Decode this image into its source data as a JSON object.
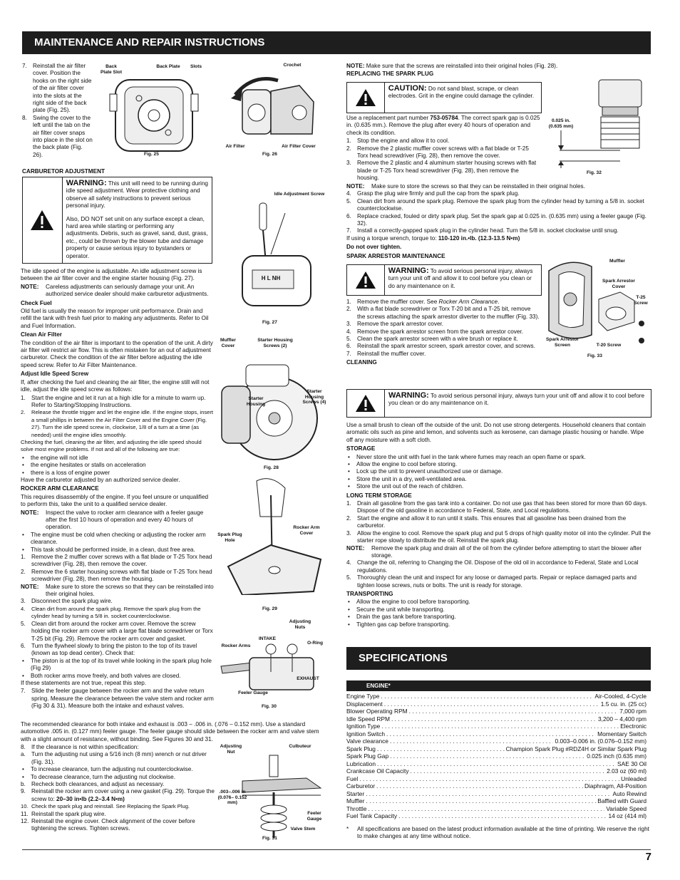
{
  "header": {
    "title": "MAINTENANCE AND REPAIR INSTRUCTIONS"
  },
  "spec_banner": {
    "title": "SPECIFICATIONS"
  },
  "page_number": "7",
  "left": {
    "step7": "Reinstall the air filter cover. Position the hooks on the right side of the air filter cover into the slots at the right side of the back plate (Fig. 25).",
    "step8": "Swing the cover to the left until the tab on the air filter cover snaps into place in the slot on the back plate (Fig. 26).",
    "n7": "7.",
    "n8": "8.",
    "carb_head": "CARBURETOR ADJUSTMENT",
    "warn1_kw": "WARNING:",
    "warn1_a": "This unit will need to be running during idle speed adjustment. Wear protective clothing and observe all safety instructions to prevent serious personal injury.",
    "warn1_b": "Also, DO NOT set unit on any surface except a clean, hard area while starting or performing any adjustments. Debris, such as gravel, sand, dust, grass, etc., could be thrown by the blower tube and damage property or cause serious injury to bystanders or operator.",
    "idle_p": "The idle speed of the engine is adjustable. An idle adjustment screw is between the air filter cover and the engine starter housing (Fig. 27).",
    "note_kw": "NOTE:",
    "idle_note": "Careless adjustments can seriously damage your unit. An authorized service dealer should make carburetor adjustments.",
    "check_fuel_h": "Check Fuel",
    "check_fuel_p": "Old fuel is usually the reason for improper unit performance. Drain and refill the tank with fresh fuel prior to making any adjustments. Refer to Oil and Fuel Information.",
    "clean_air_h": "Clean Air Filter",
    "clean_air_p": "The condition of the air filter is important to the operation of the unit. A dirty air filter will restrict air flow. This is often mistaken for an out of adjustment carburetor. Check the condition of the air filter before adjusting the idle speed screw. Refer to Air Filter Maintenance.",
    "adj_idle_h": "Adjust Idle Speed Screw",
    "adj_idle_p": "If, after checking the fuel and cleaning the air filter, the engine still will not idle, adjust the idle speed screw as follows:",
    "adj1": "Start the engine and let it run at a high idle for a minute to warm up. Refer to Starting/Stopping Instructions.",
    "adj2": "Release the throttle trigger and let the engine idle. If the engine stops, insert a small phillips in between the Air Filter Cover and the Engine Cover (Fig. 27). Turn the idle speed screw in, clockwise, 1/8 of a turn at a time (as needed) until the engine idles smoothly.",
    "n1": "1.",
    "n2": "2.",
    "n3": "3.",
    "n4": "4.",
    "n5": "5.",
    "n6": "6.",
    "n9": "9.",
    "n10": "10.",
    "n11": "11.",
    "n12": "12.",
    "adj_after": "Checking the fuel, cleaning the air filter, and adjusting the idle speed should solve most engine problems. If not and all of the following are true:",
    "b1": "the engine will not idle",
    "b2": "the engine hesitates or stalls on acceleration",
    "b3": "there is a loss of engine power",
    "dealer": "Have the carburetor adjusted by an authorized service dealer.",
    "rocker_h": "ROCKER ARM CLEARANCE",
    "rocker_p": "This requires disassembly of the engine. If you feel unsure or unqualified to perform this, take the unit to a qualified service dealer.",
    "rocker_note": "Inspect the valve to rocker arm clearance with a feeler gauge after the first 10 hours of operation and every 40 hours of operation.",
    "rb1": "The engine must be cold when checking or adjusting the rocker arm clearance.",
    "rb2": "This task should be performed inside, in a clean, dust free area.",
    "r1": "Remove the 2 muffler cover screws with a flat blade or T-25 Torx head screwdriver (Fig. 28), then remove the cover.",
    "r2": "Remove the 6 starter housing screws with flat blade or T-25 Torx head screwdriver (Fig. 28), then remove the housing.",
    "r_note": "Make sure to store the screws so that they can be reinstalled into their original holes.",
    "r3": "Disconnect the spark plug wire.",
    "r4": "Clean dirt from around the spark plug. Remove the spark plug from the cylinder head by turning a 5/8 in. socket counterclockwise.",
    "r5": "Clean dirt from around the rocker arm cover. Remove the screw holding the rocker arm cover with a large flat blade screwdriver or Torx T-25 bit (Fig. 29). Remove the rocker arm cover and gasket.",
    "r6": "Turn the flywheel slowly to bring the piston to the top of its travel (known as top dead center). Check that:",
    "r6b1": "The piston is at the top of its travel while looking in the spark plug hole (Fig 29)",
    "r6b2": "Both rocker arms move freely, and both valves are closed.",
    "r6_after": "If these statements are not true, repeat this step.",
    "r7": "Slide the feeler gauge between the rocker arm and the valve return spring. Measure the clearance between the valve stem and rocker arm (Fig 30 & 31). Measure both the intake and exhaust valves.",
    "clear_p": "The recommended clearance for both intake and exhaust is .003 – .006 in. (.076 – 0.152 mm). Use a standard automotive .005 in. (0.127 mm) feeler gauge. The feeler gauge should slide between the rocker arm and valve stem with a slight amount of resistance, without binding. See Figures 30 and 31.",
    "r8": "If the clearance is not within specification:",
    "r8a": "Turn the adjusting nut using a 5/16 inch (8 mm) wrench or nut driver (Fig. 31).",
    "r8a_n": "a.",
    "r8b_n": "b.",
    "r8ab1": "To increase clearance, turn the adjusting nut counterclockwise.",
    "r8ab2": "To decrease clearance, turn the adjusting nut clockwise.",
    "r8b": "Recheck both clearances, and adjust as necessary.",
    "r9": "Reinstall the rocker arm cover using a new gasket (Fig. 29). Torque the screw to:",
    "r9_torque": "20–30 in•lb (2.2–3.4 N•m)",
    "r10": "Check the spark plug and reinstall. See Replacing the Spark Plug.",
    "r11": "Reinstall the spark plug wire.",
    "r12": "Reinstall the engine cover. Check alignment of the cover before tightening the screws. Tighten screws."
  },
  "figs": {
    "f25": "Fig. 25",
    "f26": "Fig. 26",
    "f27": "Fig. 27",
    "f28": "Fig. 28",
    "f29": "Fig. 29",
    "f30": "Fig. 30",
    "f31": "Fig. 31",
    "f32": "Fig. 32",
    "f33": "Fig. 33",
    "back_plate_slot": "Back Plate Slot",
    "back_plate": "Back Plate",
    "slots": "Slots",
    "crochet": "Crochet",
    "air_filter": "Air Filter",
    "air_filter_cover": "Air Filter Cover",
    "idle_screw": "Idle Adjustment Screw",
    "hl": "H  L  NH",
    "muffler_cover": "Muffler Cover",
    "starter_housing_screws2": "Starter Housing Screws (2)",
    "starter_housing": "Starter Housing",
    "starter_housing_screws4": "Starter Housing Screws (4)",
    "spark_plug_hole": "Spark Plug Hole",
    "rocker_arm_cover": "Rocker Arm Cover",
    "intake": "INTAKE",
    "adjusting_nuts": "Adjusting Nuts",
    "rocker_arms": "Rocker Arms",
    "oring": "O-Ring",
    "exhaust": "EXHAUST",
    "feeler_gauge": "Feeler Gauge",
    "adjusting_nut": "Adjusting Nut",
    "culbuteur": "Culbuteur",
    "gap": ".003–.006 in (0.076– 0.152 mm)",
    "feeler_gauge2": "Feeler Gauge",
    "valve_stem": "Valve Stem",
    "gap32": "0.025 in. (0.635 mm)",
    "muffler": "Muffler",
    "spark_arrestor_cover": "Spark Arrestor Cover",
    "t25": "T-25 Screw",
    "spark_arrestor_screen": "Spark Arrestor Screen",
    "t20": "T-20 Screw"
  },
  "right": {
    "top_note": "Make sure that the screws are reinstalled into their original holes (Fig. 28).",
    "note_kw": "NOTE:",
    "plug_h": "REPLACING THE SPARK PLUG",
    "caution_kw": "CAUTION:",
    "caution": "Do not sand blast, scrape, or clean electrodes. Grit in the engine could damage the cylinder.",
    "plug_p1": "Use a replacement part number",
    "plug_part": "753-05784",
    "plug_p2": ". The correct spark gap is 0.025 in. (0.635 mm.). Remove the plug after every 40 hours of operation and check its condition.",
    "s1": "Stop the engine and allow it to cool.",
    "s2": "Remove the 2 plastic muffler cover screws with a flat blade or T-25 Torx head screwdriver (Fig. 28), then remove the cover.",
    "s3": "Remove the 2 plastic and 4 aluminum starter housing screws with flat blade or T-25 Torx head screwdriver (Fig. 28), then remove the housing.",
    "s_note": "Make sure to store the screws so that they can be reinstalled in their original holes.",
    "s4": "Grasp the plug wire firmly and pull the cap from the spark plug.",
    "s5": "Clean dirt from around the spark plug. Remove the spark plug from the cylinder head by turning a 5/8 in. socket counterclockwise.",
    "s6": "Replace cracked, fouled or dirty spark plug. Set the spark gap at 0.025 in. (0.635 mm) using a feeler gauge (Fig. 32).",
    "s7": "Install a correctly-gapped spark plug in the cylinder head. Turn the 5/8 in. socket clockwise until snug.",
    "torque_p": "If using a torque wrench, torque to:",
    "torque_v": "110-120 in.•lb. (12.3-13.5 N•m)",
    "no_over": "Do not over tighten.",
    "arrestor_h": "SPARK ARRESTOR MAINTENANCE",
    "warn_kw": "WARNING:",
    "warn2": "To avoid serious personal injury, always turn your unit off and allow it to cool before you clean or do any maintenance on it.",
    "a1": "Remove the muffler cover. See",
    "a1_i": "Rocker Arm Clearance",
    "a2": "With a flat blade screwdriver or Torx T-20 bit and a T-25 bit, remove the screws attaching the spark arrestor diverter to the muffler (Fig. 33).",
    "a3": "Remove the spark arrestor cover.",
    "a4": "Remove the spark arrestor screen from the spark arrestor cover.",
    "a5": "Clean the spark arrestor screen with a wire brush or replace it.",
    "a6": "Reinstall the spark arrestor screen, spark arrestor cover, and screws.",
    "a7": "Reinstall the muffler cover.",
    "cleaning_h": "CLEANING",
    "warn3": "To avoid serious personal injury, always turn your unit off and allow it to cool before you clean or do any maintenance on it.",
    "clean_p": "Use a small brush to clean off the outside of the unit. Do not use strong detergents. Household cleaners that contain aromatic oils such as pine and lemon, and solvents such as kerosene, can damage plastic housing or handle. Wipe off any moisture with a soft cloth.",
    "storage_h": "STORAGE",
    "st1": "Never store the unit with fuel in the tank where fumes may reach an open flame or spark.",
    "st2": "Allow the engine to cool before storing.",
    "st3": "Lock up the unit to prevent unauthorized use or damage.",
    "st4": "Store the unit in a dry, well-ventilated area.",
    "st5": "Store the unit out of the reach of children.",
    "lts_h": "LONG TERM STORAGE",
    "l1": "Drain all gasoline from the gas tank into a container. Do not use gas that has been stored for more than 60 days. Dispose of the old gasoline in accordance to Federal, State, and Local regulations.",
    "l2": "Start the engine and allow it to run until it stalls. This ensures that all gasoline has been drained from the carburetor.",
    "l3": "Allow the engine to cool. Remove the spark plug and put 5 drops of high quality motor oil into the cylinder. Pull the starter rope slowly to distribute the oil. Reinstall the spark plug.",
    "l_note": "Remove the spark plug and drain all of the oil from the cylinder before attempting to start the blower after storage.",
    "l4": "Change the oil, referring to Changing the Oil. Dispose of the old oil in accordance to Federal, State and Local regulations.",
    "l5": "Thoroughly clean the unit and inspect for any loose or damaged parts. Repair or replace damaged parts and tighten loose screws, nuts or bolts. The unit is ready for storage.",
    "trans_h": "TRANSPORTING",
    "t1": "Allow the engine to cool before transporting.",
    "t2": "Secure the unit while transporting.",
    "t3": "Drain the gas tank before transporting.",
    "t4": "Tighten gas cap before transporting.",
    "n1": "1.",
    "n2": "2.",
    "n3": "3.",
    "n4": "4.",
    "n5": "5.",
    "n6": "6.",
    "n7": "7."
  },
  "specs": {
    "head": "ENGINE*",
    "rows": [
      {
        "k": "Engine Type",
        "v": "Air-Cooled, 4-Cycle"
      },
      {
        "k": "Displacement",
        "v": "1.5 cu. in. (25 cc)"
      },
      {
        "k": "Blower Operating RPM",
        "v": "7,000 rpm"
      },
      {
        "k": "Idle Speed RPM",
        "v": "3,200 – 4,400 rpm"
      },
      {
        "k": "Ignition Type",
        "v": "Electronic"
      },
      {
        "k": "Ignition Switch",
        "v": "Momentary Switch"
      },
      {
        "k": "Valve clearance",
        "v": "0.003–0.006 in. (0.076–0.152 mm)"
      },
      {
        "k": "Spark Plug",
        "v": "Champion Spark Plug #RDZ4H or Similar Spark Plug"
      },
      {
        "k": "Spark Plug Gap",
        "v": "0.025 inch (0.635 mm)"
      },
      {
        "k": "Lubrication",
        "v": "SAE 30 Oil"
      },
      {
        "k": "Crankcase Oil Capacity",
        "v": "2.03 oz (60 ml)"
      },
      {
        "k": "Fuel",
        "v": "Unleaded"
      },
      {
        "k": "Carburetor",
        "v": "Diaphragm, All-Position"
      },
      {
        "k": "Starter",
        "v": "Auto Rewind"
      },
      {
        "k": "Muffler",
        "v": "Baffled with Guard"
      },
      {
        "k": "Throttle",
        "v": "Variable Speed"
      },
      {
        "k": "Fuel Tank Capacity",
        "v": "14 oz (414 ml)"
      }
    ],
    "footnote_mark": "*",
    "footnote": "All specifications are based on the latest product information available at the time of printing. We reserve the right to make changes at any time without notice."
  }
}
